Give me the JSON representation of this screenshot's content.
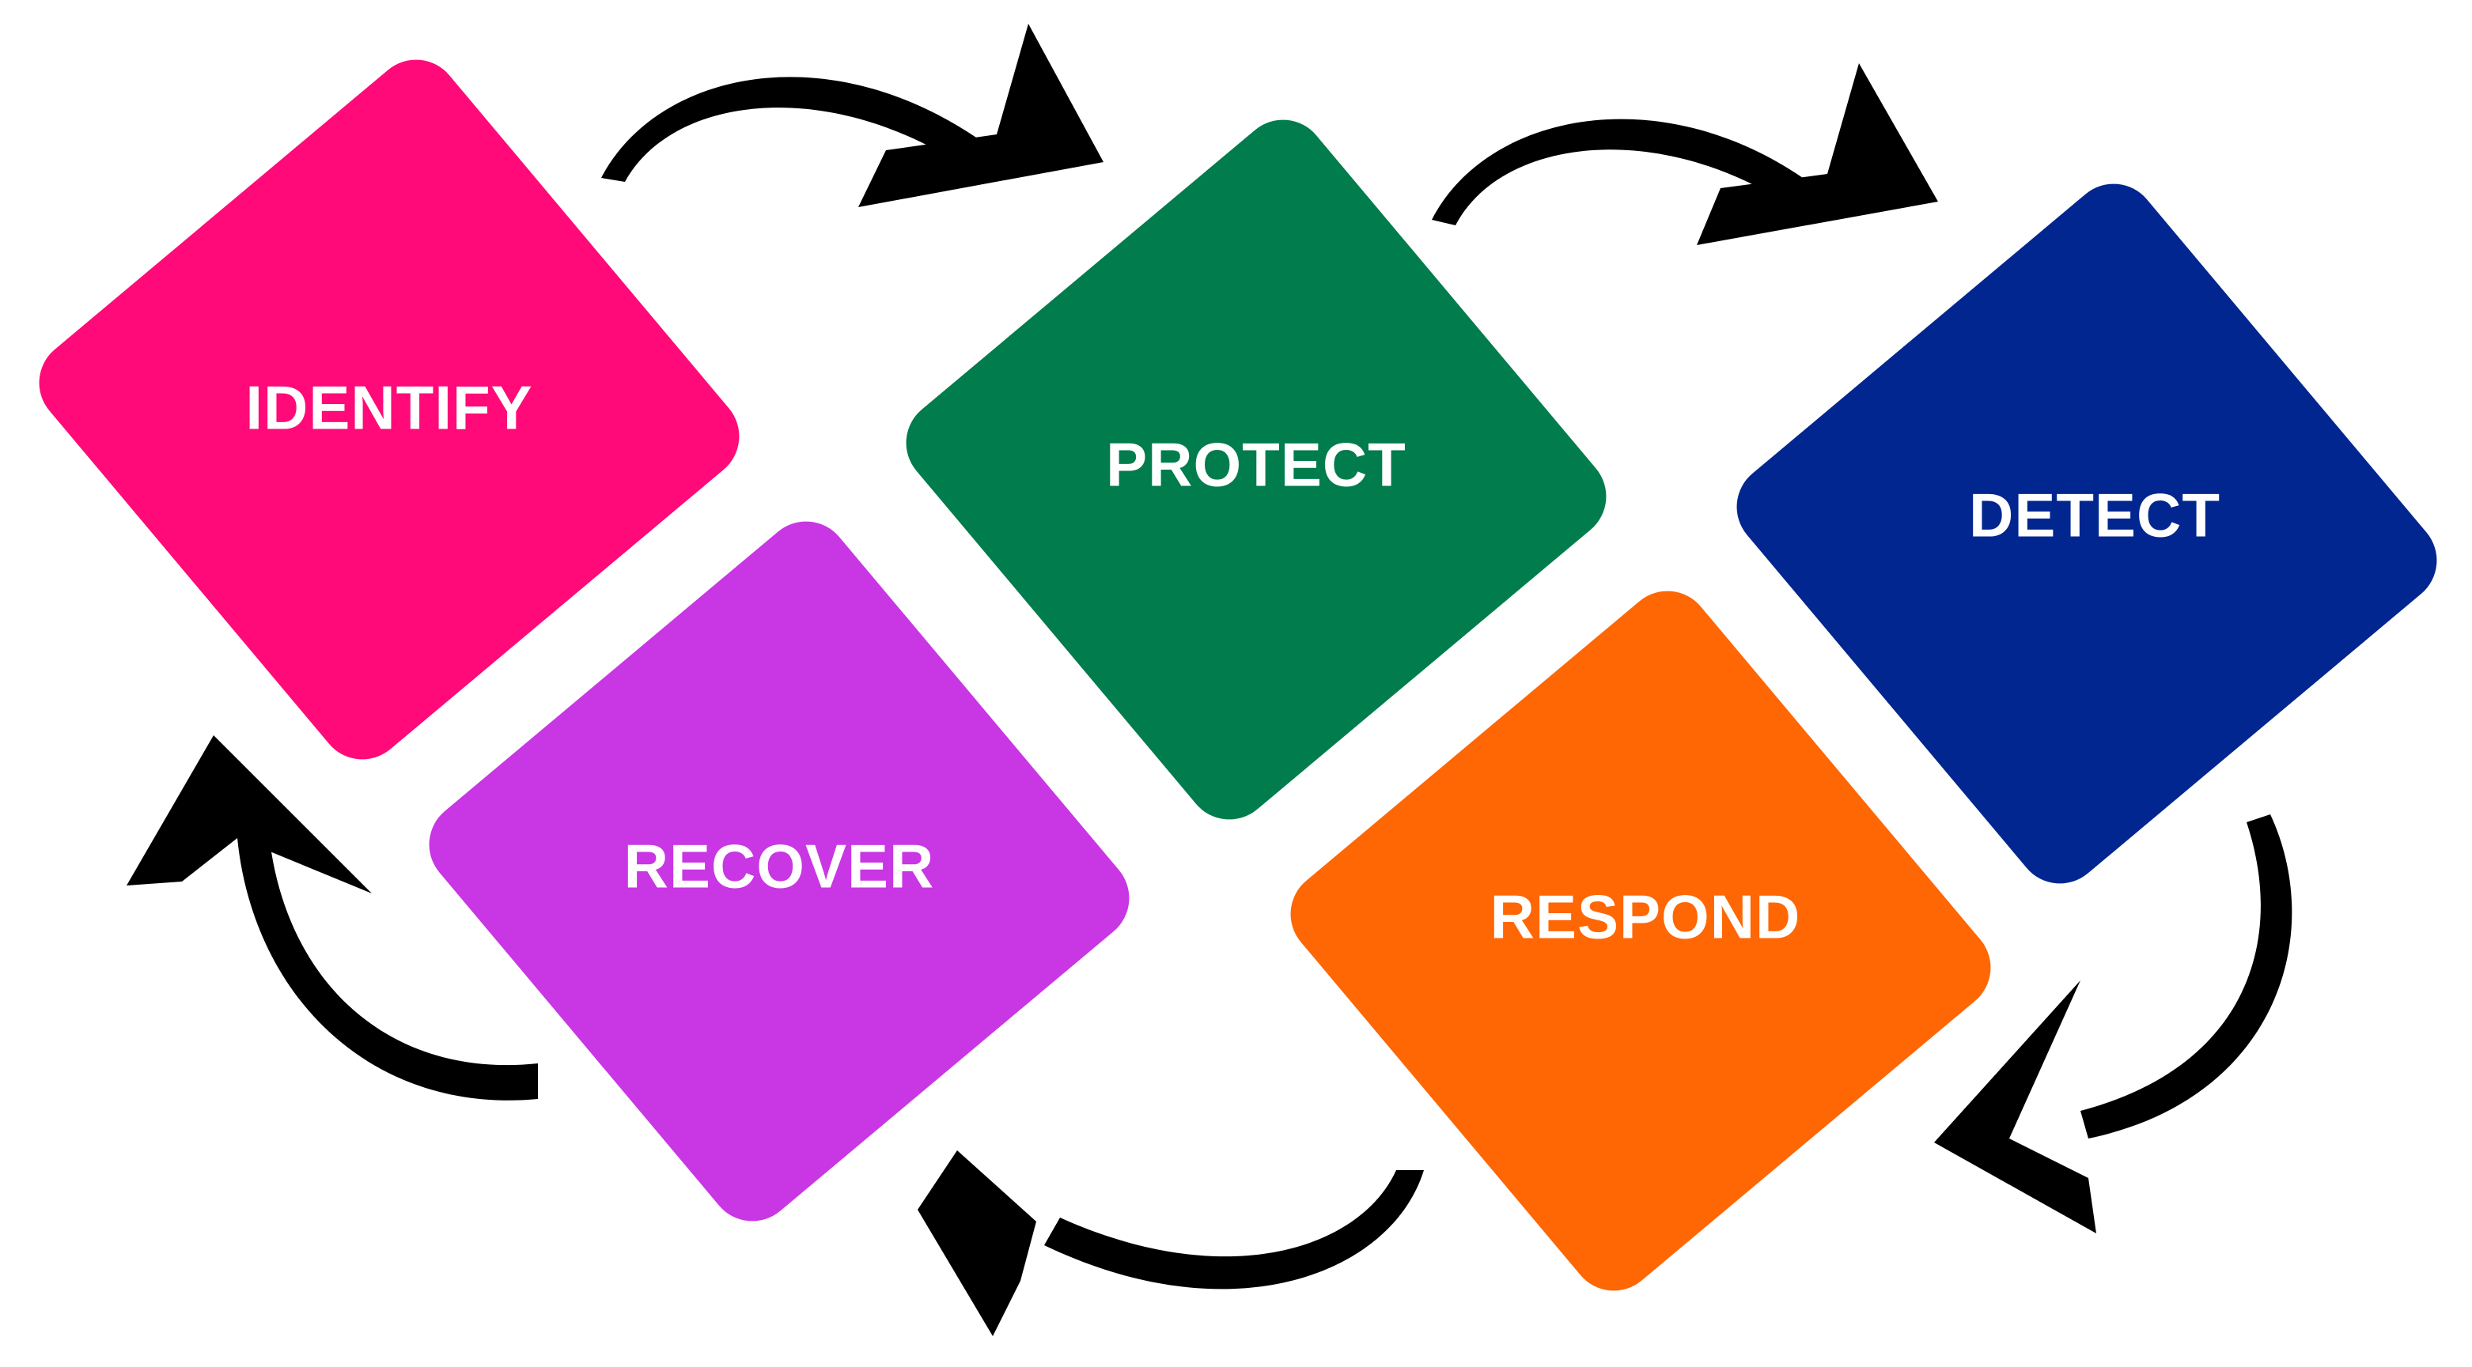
{
  "stages": [
    {
      "id": "identify",
      "label": "IDENTIFY",
      "color": "#FF0A78"
    },
    {
      "id": "protect",
      "label": "PROTECT",
      "color": "#017C4D"
    },
    {
      "id": "detect",
      "label": "DETECT",
      "color": "#022690"
    },
    {
      "id": "respond",
      "label": "RESPOND",
      "color": "#FF6604"
    },
    {
      "id": "recover",
      "label": "RECOVER",
      "color": "#C936E4"
    }
  ],
  "arrow_color": "#000000",
  "flow": [
    "identify",
    "protect",
    "detect",
    "respond",
    "recover",
    "identify"
  ]
}
